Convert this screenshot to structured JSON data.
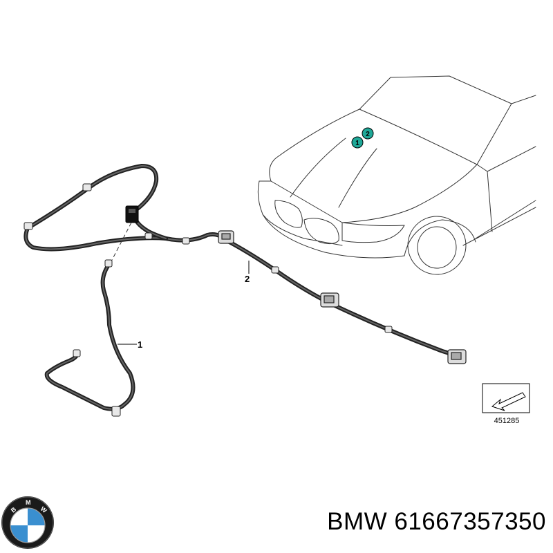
{
  "diagram": {
    "callouts": {
      "hose_1": "1",
      "hose_2": "2"
    },
    "hood_badges": {
      "badge_1": "1",
      "badge_2": "2"
    },
    "reference_number": "451285",
    "badge_color": "#1fa898"
  },
  "brand": {
    "logo_letters": [
      "B",
      "M",
      "W"
    ],
    "caption": "BMW 61667357350",
    "logo_colors": {
      "ring": "#1a1a1a",
      "blue": "#3a8fd0",
      "white": "#ffffff"
    }
  }
}
